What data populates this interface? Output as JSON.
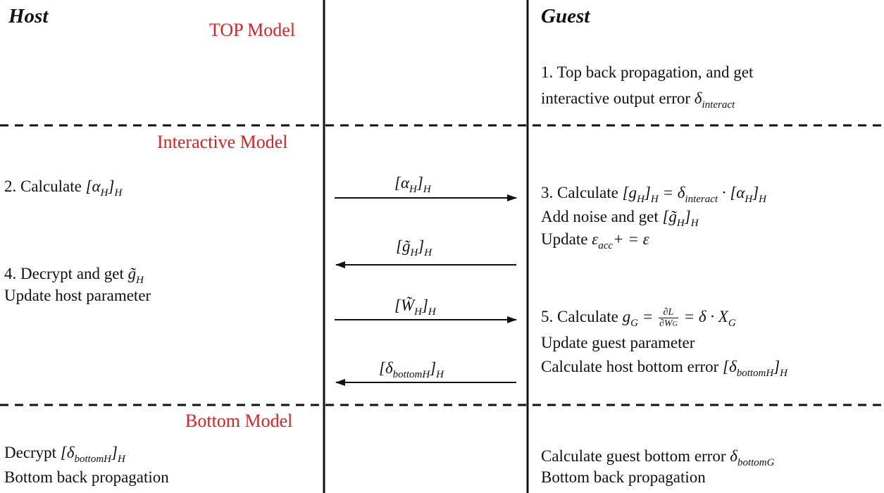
{
  "headers": {
    "host": "Host",
    "guest": "Guest"
  },
  "sections": {
    "top": "TOP Model",
    "interactive": "Interactive Model",
    "bottom": "Bottom Model"
  },
  "colors": {
    "section_label": "#e02020",
    "lines": "#111111"
  },
  "guest_steps": {
    "s1_line1": "1. Top back propagation, and get",
    "s1_line2_text": "interactive output error ",
    "s1_line2_math": "δ",
    "s1_line2_sub": "interact",
    "s3_line1_text": "3. Calculate ",
    "s3_line1_math": "[g_H]_H = δ_interact · [α_H]_H",
    "s3_line2_text": "Add noise and get ",
    "s3_line2_math": "[g̃_H]_H",
    "s3_line3_text": "Update ",
    "s3_line3_math": "ε_acc+ = ε",
    "s5_line1_text": "5. Calculate ",
    "s5_line1_math": "g_G = ∂L/∂W_G = δ · X_G",
    "s5_line2": "Update guest parameter",
    "s5_line3_text": "Calculate host bottom error ",
    "s5_line3_math": "[δ_bottomH]_H",
    "bottom_line1_text": "Calculate guest bottom error ",
    "bottom_line1_math": "δ_bottomG",
    "bottom_line2": "Bottom back propagation"
  },
  "host_steps": {
    "s2_text": "2. Calculate ",
    "s2_math": "[α_H]_H",
    "s4_line1_text": "4. Decrypt and get ",
    "s4_line1_math": "g̃_H",
    "s4_line2": "Update host parameter",
    "bottom_line1_text": "Decrypt ",
    "bottom_line1_math": "[δ_bottomH]_H",
    "bottom_line2": "Bottom back propagation"
  },
  "messages": [
    {
      "label": "[α_H]_H",
      "direction": "right"
    },
    {
      "label": "[g̃_H]_H",
      "direction": "left"
    },
    {
      "label": "[W̃_H]_H",
      "direction": "right"
    },
    {
      "label": "[δ_bottomH]_H",
      "direction": "left"
    }
  ]
}
